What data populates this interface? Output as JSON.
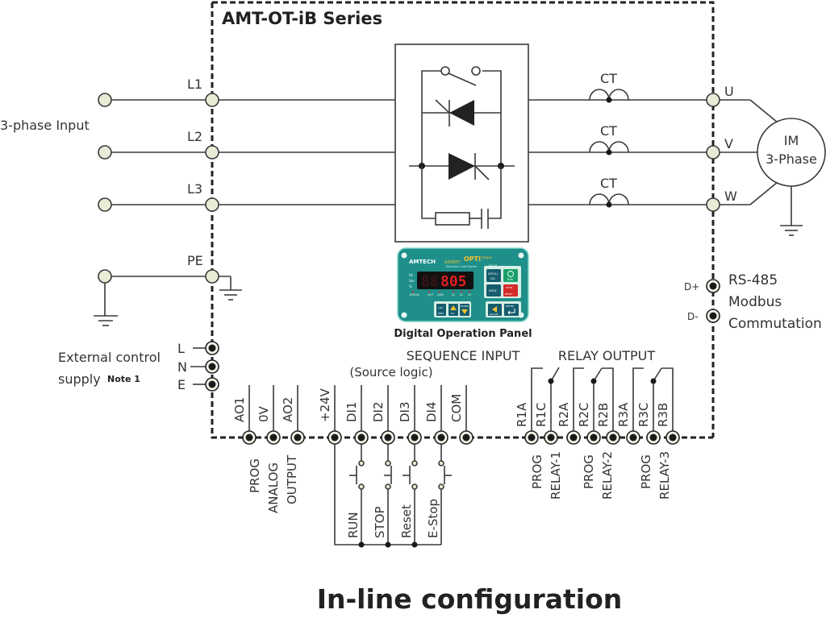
{
  "title": "AMT-OT-iB Series",
  "caption": "In-line configuration",
  "input": {
    "label": "3-phase Input",
    "lines": [
      "L1",
      "L2",
      "L3"
    ],
    "pe": "PE"
  },
  "output": {
    "phases": [
      "U",
      "V",
      "W"
    ],
    "ct_label": "CT",
    "motor_line1": "IM",
    "motor_line2": "3-Phase"
  },
  "comm": {
    "pins": [
      "D+",
      "D-"
    ],
    "line1": "RS-485",
    "line2": "Modbus",
    "line3": "Commutation"
  },
  "ext_supply": {
    "line1": "External control",
    "line2": "supply",
    "note": "Note 1",
    "pins": [
      "L",
      "N",
      "E"
    ]
  },
  "panel": {
    "label": "Digital Operation Panel",
    "brand": "AMTECH",
    "model": "AXPERT",
    "product": "OPTI",
    "product_suffix": "torque",
    "subtitle": "Electronic Soft Starter",
    "display": "805",
    "units": [
      "Hz",
      "Sec",
      "%"
    ],
    "leds": [
      "BYPASS",
      "U/I/T",
      "L/R/S",
      "S2",
      "S1",
      "S0"
    ],
    "fault": "FAULT",
    "keys": {
      "scroll": "SCROLL",
      "esc": "ESC",
      "mode": "MODE",
      "run": "RUN",
      "stop": "STOP",
      "reset": "RESET",
      "loc": "LOC",
      "rem": "REM",
      "up": "UP",
      "down": "DOWN",
      "group": "GROUP",
      "enter": "ENTER"
    },
    "colors": {
      "body": "#1f8f8a",
      "display_bg": "#111111",
      "digits": "#e02020",
      "run": "#1aa06a",
      "stop": "#d42a2a"
    }
  },
  "analog": {
    "terminals": [
      "AO1",
      "0V",
      "AO2"
    ],
    "desc": [
      "PROG",
      "ANALOG",
      "OUTPUT"
    ]
  },
  "sequence": {
    "header1": "SEQUENCE INPUT",
    "header2": "(Source logic)",
    "terminals": [
      "+24V",
      "DI1",
      "DI2",
      "DI3",
      "DI4",
      "COM"
    ],
    "switches": [
      "RUN",
      "STOP",
      "Reset",
      "E-Stop"
    ]
  },
  "relay": {
    "header": "RELAY OUTPUT",
    "terminals": [
      "R1A",
      "R1C",
      "R2A",
      "R2C",
      "R2B",
      "R3A",
      "R3C",
      "R3B"
    ],
    "groups": [
      {
        "l1": "PROG",
        "l2": "RELAY-1"
      },
      {
        "l1": "PROG",
        "l2": "RELAY-2"
      },
      {
        "l1": "PROG",
        "l2": "RELAY-3"
      }
    ]
  }
}
